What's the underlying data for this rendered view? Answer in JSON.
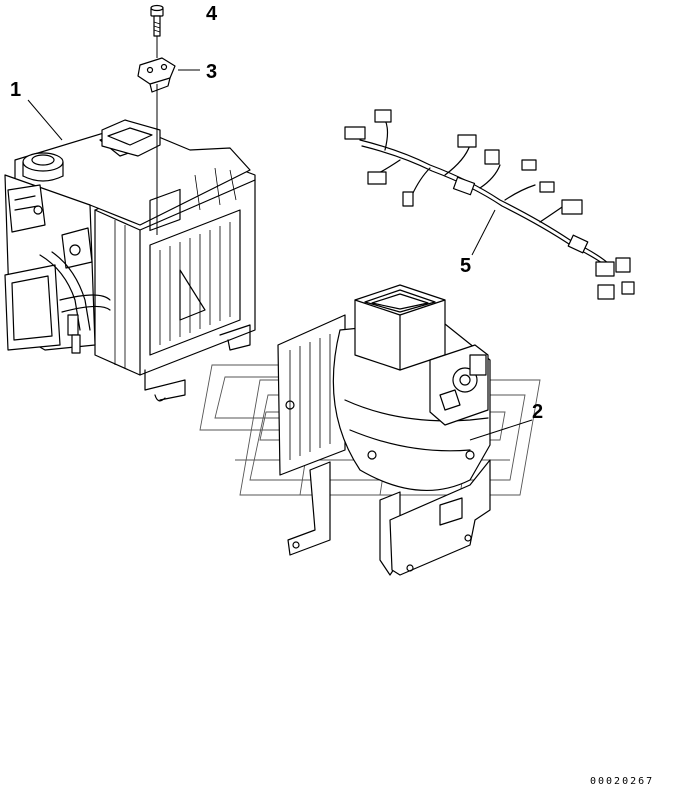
{
  "callouts": {
    "c1": "1",
    "c2": "2",
    "c3": "3",
    "c4": "4",
    "c5": "5"
  },
  "document_number": "00020267",
  "parts": [
    {
      "id": "1",
      "icon": "heater-unit-icon"
    },
    {
      "id": "2",
      "icon": "blower-motor-icon"
    },
    {
      "id": "3",
      "icon": "plate-bracket-icon"
    },
    {
      "id": "4",
      "icon": "bolt-icon"
    },
    {
      "id": "5",
      "icon": "wiring-harness-icon"
    }
  ]
}
